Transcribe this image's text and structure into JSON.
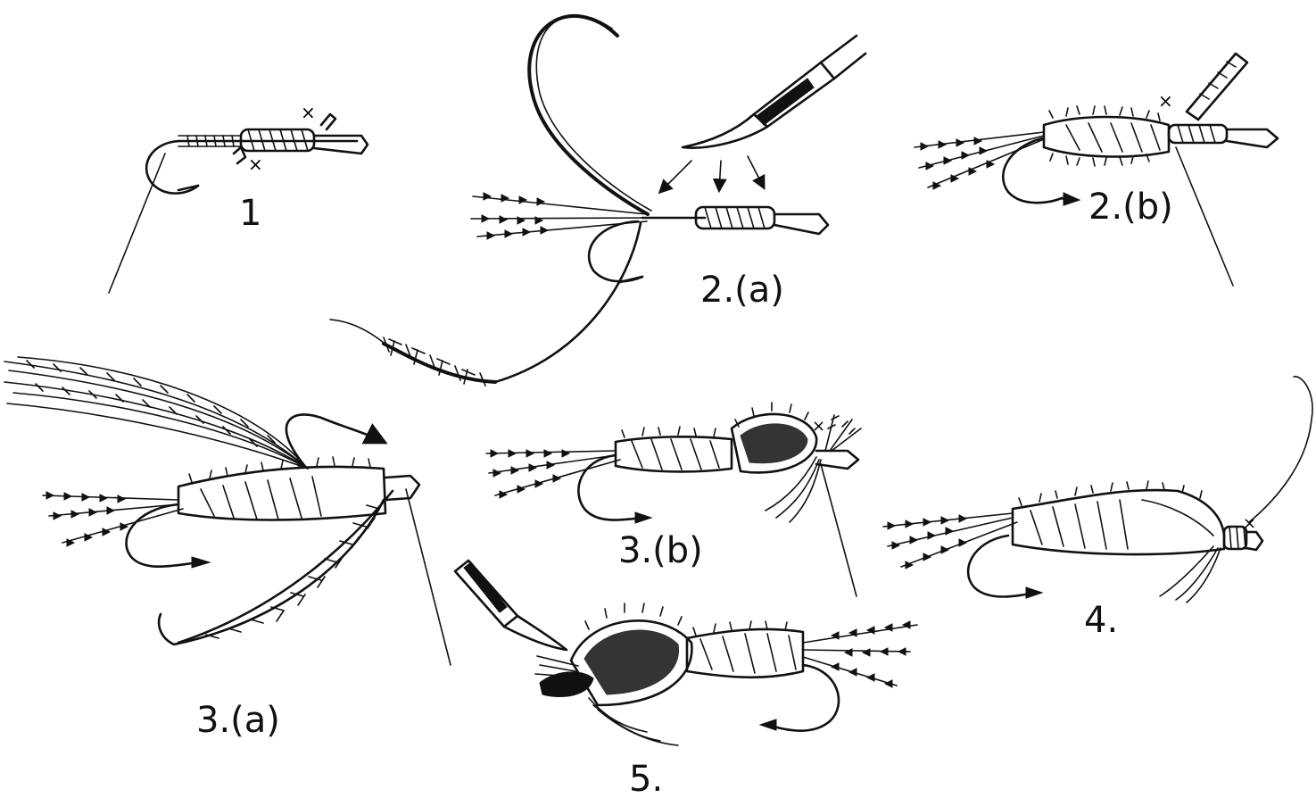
{
  "steps": [
    {
      "id": "1",
      "label": "1"
    },
    {
      "id": "2a",
      "label": "2.(a)"
    },
    {
      "id": "2b",
      "label": "2.(b)"
    },
    {
      "id": "3a",
      "label": "3.(a)"
    },
    {
      "id": "3b",
      "label": "3.(b)"
    },
    {
      "id": "4",
      "label": "4."
    },
    {
      "id": "5",
      "label": "5."
    }
  ],
  "colors": {
    "ink": "#111111",
    "paper": "#ffffff"
  }
}
